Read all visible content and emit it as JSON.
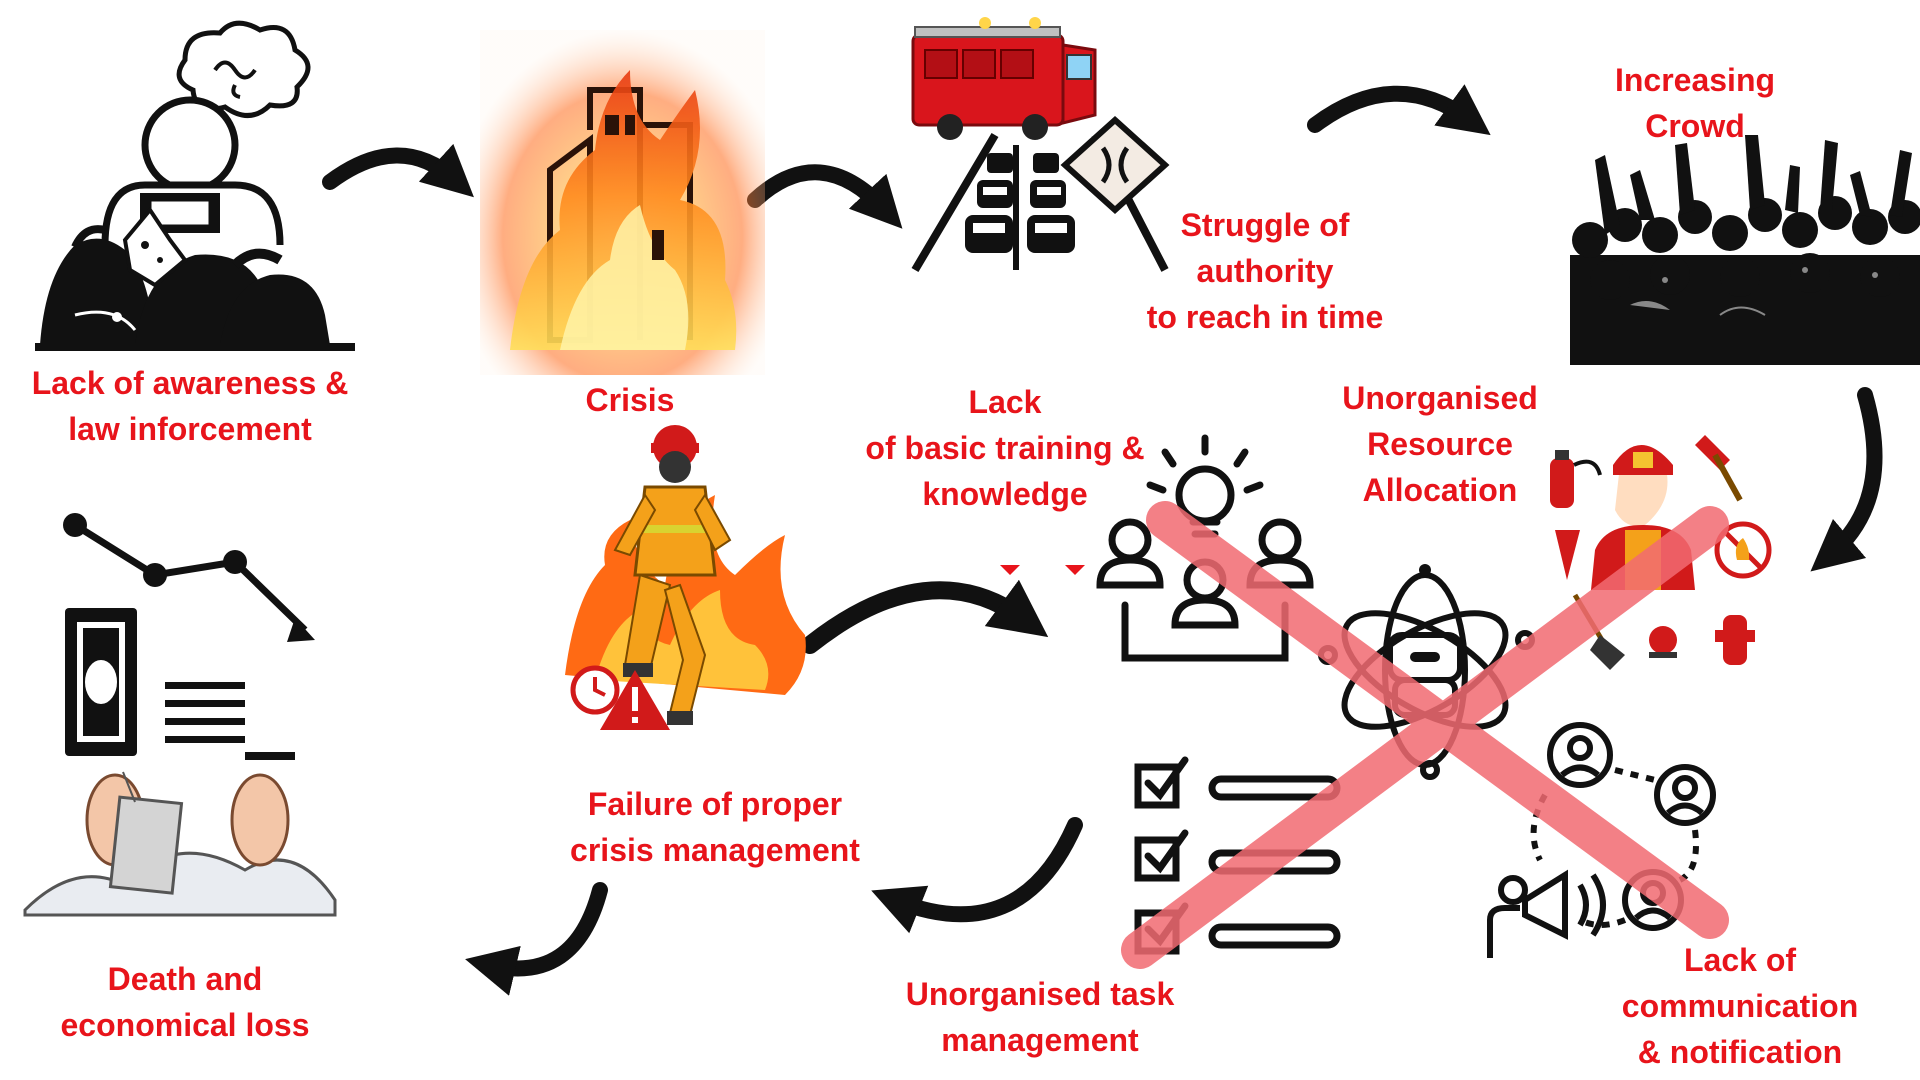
{
  "colors": {
    "label_red": "#e8141b",
    "arrow_black": "#111111",
    "cross_red": "#f26b72"
  },
  "labels": {
    "lack_awareness": [
      "Lack of awareness  &",
      "law inforcement"
    ],
    "crisis": [
      "Crisis"
    ],
    "struggle_authority": [
      "Struggle of",
      "authority",
      "to reach in time"
    ],
    "increasing_crowd": [
      "Increasing",
      "Crowd"
    ],
    "lack_training": [
      "Lack",
      "of basic training &",
      "knowledge"
    ],
    "unorganised_resource": [
      "Unorganised",
      "Resource",
      "Allocation"
    ],
    "failure_crisis_mgmt": [
      "Failure of proper",
      "crisis management"
    ],
    "death_loss": [
      "Death and",
      "economical loss"
    ],
    "unorganised_task": [
      "Unorganised task",
      "management"
    ],
    "lack_communication": [
      "Lack of",
      "communication",
      "& notification"
    ]
  },
  "icons": {
    "lack_awareness": "confused-person-with-money-bags-icon",
    "crisis": "burning-building-icon",
    "struggle_authority": "fire-truck-in-traffic-icon",
    "increasing_crowd": "crowd-silhouette-icon",
    "failure": "firefighter-running-from-fire-icon",
    "training": "team-lightbulb-icon",
    "resources": "firefighting-equipment-icon",
    "core": "atom-robot-icon",
    "tasks": "checklist-icon",
    "communication": "network-megaphone-icon",
    "death_loss": "economic-loss-chart-icon",
    "cross": "red-x-mark-icon"
  }
}
